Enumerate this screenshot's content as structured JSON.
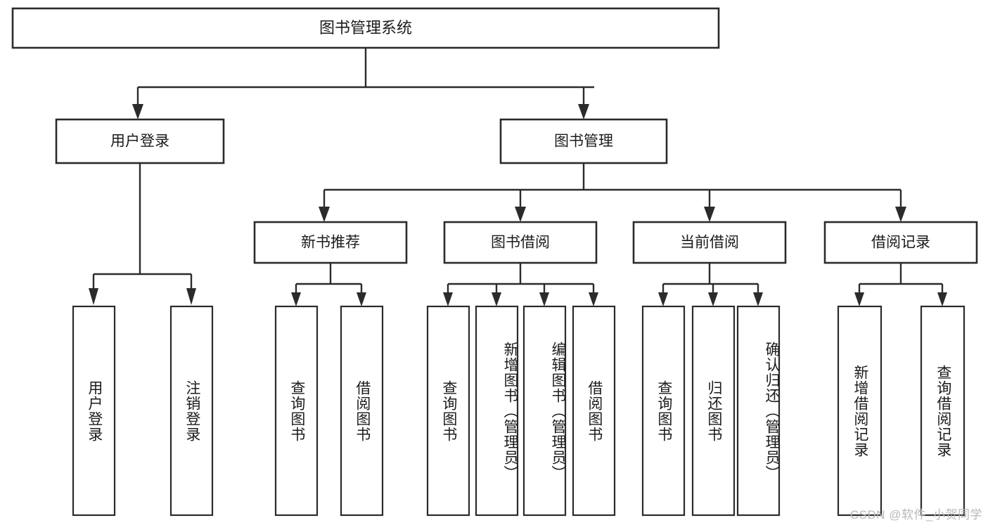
{
  "diagram": {
    "type": "tree-hierarchy-functional-decomposition",
    "root": {
      "id": "root",
      "label": "图书管理系统"
    },
    "level2": [
      {
        "id": "user-login",
        "label": "用户登录"
      },
      {
        "id": "book-management",
        "label": "图书管理"
      }
    ],
    "level3": [
      {
        "id": "new-book-recommend",
        "label": "新书推荐",
        "parent": "book-management"
      },
      {
        "id": "book-borrow",
        "label": "图书借阅",
        "parent": "book-management"
      },
      {
        "id": "current-borrow",
        "label": "当前借阅",
        "parent": "book-management"
      },
      {
        "id": "borrow-record",
        "label": "借阅记录",
        "parent": "book-management"
      }
    ],
    "leaves": [
      {
        "id": "leaf-user-login",
        "label": "用户登录",
        "parent": "user-login"
      },
      {
        "id": "leaf-logout-login",
        "label": "注销登录",
        "parent": "user-login"
      },
      {
        "id": "leaf-query-book-1",
        "label": "查询图书",
        "parent": "new-book-recommend"
      },
      {
        "id": "leaf-borrow-book-1",
        "label": "借阅图书",
        "parent": "new-book-recommend"
      },
      {
        "id": "leaf-query-book-2",
        "label": "查询图书",
        "parent": "book-borrow"
      },
      {
        "id": "leaf-add-book",
        "label": "新增图书（管理员）",
        "parent": "book-borrow"
      },
      {
        "id": "leaf-edit-book",
        "label": "编辑图书（管理员）",
        "parent": "book-borrow"
      },
      {
        "id": "leaf-borrow-book-2",
        "label": "借阅图书",
        "parent": "book-borrow"
      },
      {
        "id": "leaf-query-book-3",
        "label": "查询图书",
        "parent": "current-borrow"
      },
      {
        "id": "leaf-return-book",
        "label": "归还图书",
        "parent": "current-borrow"
      },
      {
        "id": "leaf-confirm-return",
        "label": "确认归还（管理员）",
        "parent": "current-borrow"
      },
      {
        "id": "leaf-add-record",
        "label": "新增借阅记录",
        "parent": "borrow-record"
      },
      {
        "id": "leaf-query-record",
        "label": "查询借阅记录",
        "parent": "borrow-record"
      }
    ],
    "watermark": "CSDN @软件_小贺同学",
    "colors": {
      "stroke": "#2b2b2b",
      "fill": "#ffffff",
      "text": "#1b1b1b",
      "watermark": "#b8b8b8"
    }
  }
}
